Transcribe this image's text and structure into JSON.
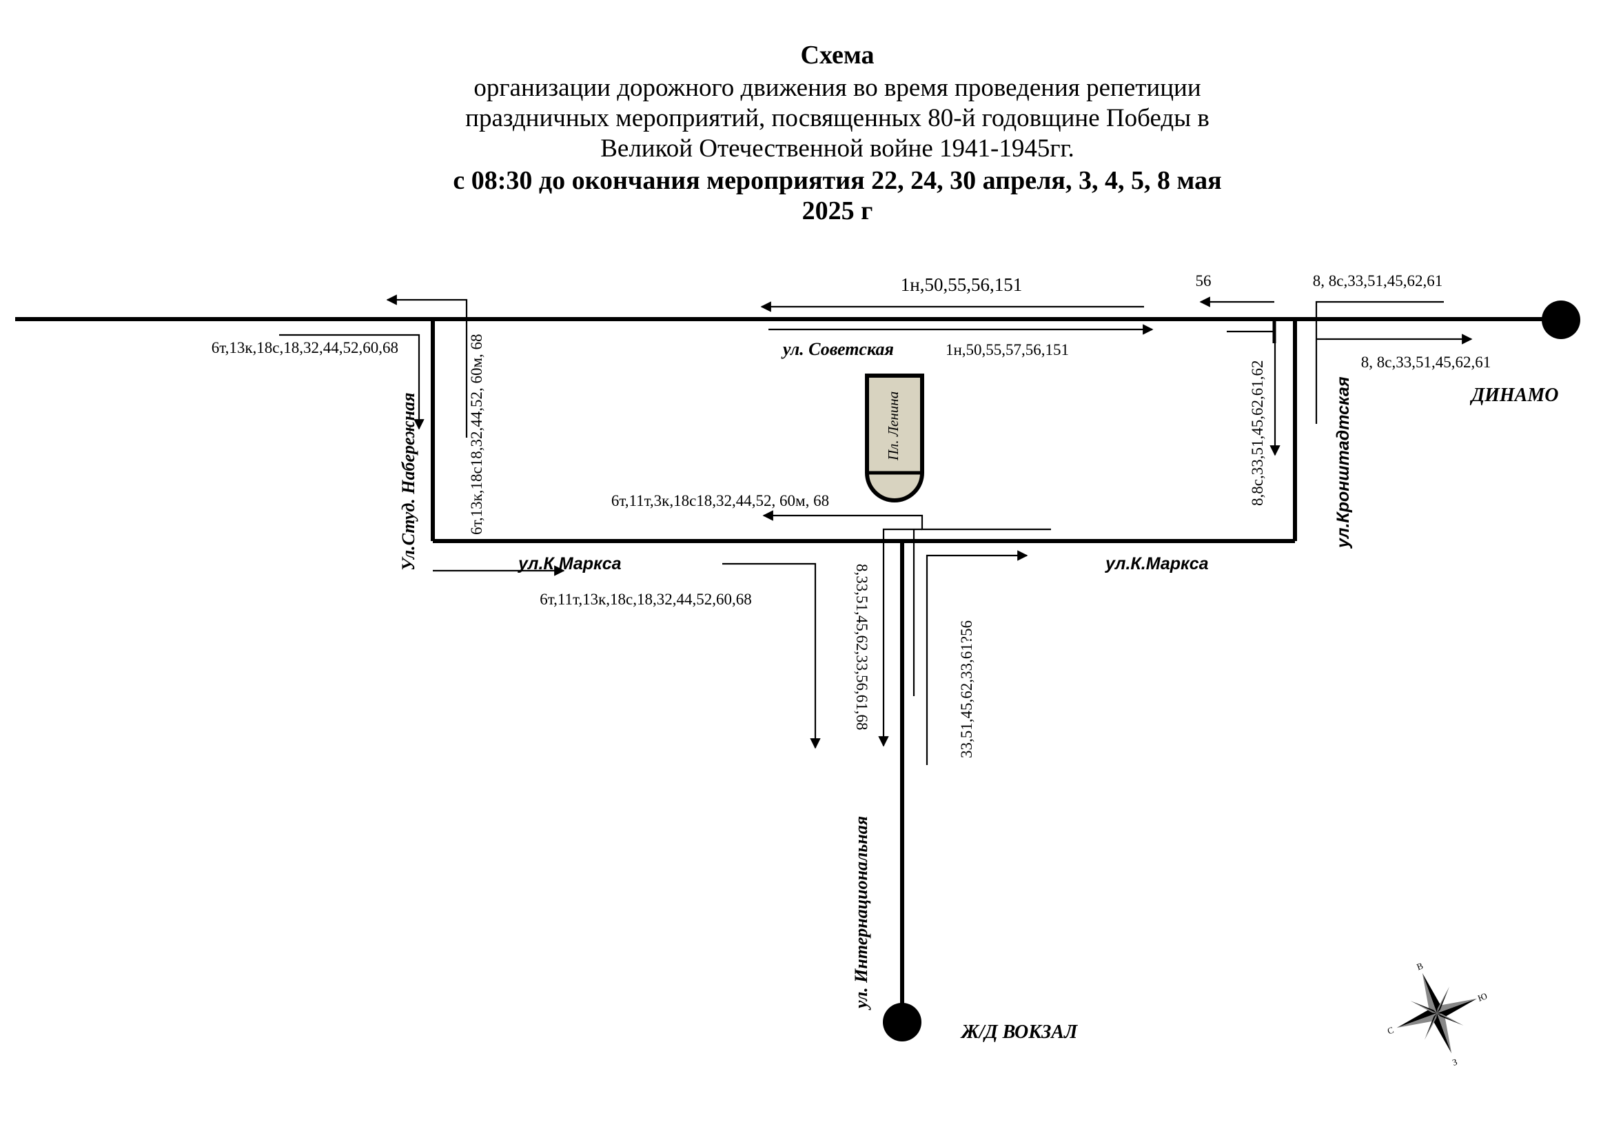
{
  "title": {
    "line1": "Схема",
    "line2": "организации дорожного движения во время проведения репетиции",
    "line3": "праздничных мероприятий, посвященных 80-й годовщине Победы в",
    "line4": "Великой Отечественной войне 1941-1945гг.",
    "line5": "с 08:30 до окончания мероприятия 22, 24, 30 апреля, 3, 4, 5, 8 мая",
    "line6": "2025 г"
  },
  "streets": {
    "sovetskaya": "ул. Советская",
    "k_marksa_left": "ул.К.Маркса",
    "k_marksa_right": "ул.К.Маркса",
    "stud_naberezhnaya": "Ул.Студ. Набережная",
    "kronshtadtskaya": "ул.Кронштадтская",
    "internatsionalnaya": "ул. Интернациональная"
  },
  "places": {
    "dinamo": "ДИНАМО",
    "station": "Ж/Д ВОКЗАЛ",
    "square": "Пл. Ленина"
  },
  "routes": {
    "top_westbound": "1н,50,55,56,151",
    "top_eastbound": "1н,50,55,57,56,151",
    "top_right_56": "56",
    "top_right_west": "8, 8с,33,51,45,62,61",
    "top_right_east": "8, 8с,33,51,45,62,61",
    "left_west": "6т,13к,18с,18,32,44,52,60,68",
    "left_vertical": "6т,13к,18с18,32,44,52, 60м, 68",
    "right_vertical": "8,8с,33,51,45,62,61,62",
    "middle_west": "6т,11т,3к,18с18,32,44,52, 60м, 68",
    "k_marksa_east": "6т,11т,13к,18с,18,32,44,52,60,68",
    "center_down": "8,33,51,45,62,33,56,61,68",
    "center_up": "33,51,45,62,33,61?56"
  },
  "compass": {
    "n": "С",
    "e": "В",
    "s": "Ю",
    "w": "З"
  }
}
